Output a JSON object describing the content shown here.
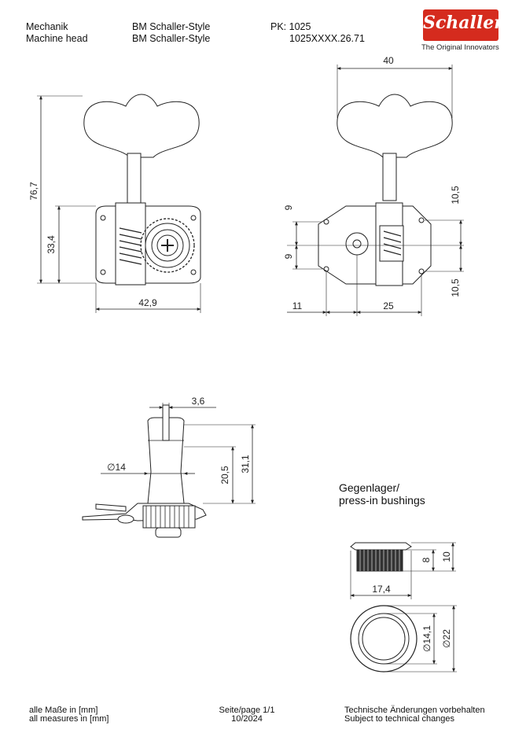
{
  "header": {
    "name_de": "Mechanik",
    "name_en": "Machine head",
    "model_de": "BM Schaller-Style",
    "model_en": "BM Schaller-Style",
    "pk": "PK: 1025",
    "part_no": "1025XXXX.26.71"
  },
  "logo": {
    "brand": "Schaller",
    "tagline": "The Original Innovators",
    "color": "#d52b1e"
  },
  "dimensions": {
    "front_total_height": "76,7",
    "front_plate_height": "33,4",
    "front_plate_width": "42,9",
    "side_width": "40",
    "side_spacing_top": "9",
    "side_spacing_bottom": "9",
    "side_right_top": "10,5",
    "side_right_bottom": "10,5",
    "side_offset_left": "11",
    "side_width_bottom": "25",
    "post_slot": "3,6",
    "post_diameter": "∅14",
    "post_height_inner": "20,5",
    "post_height_total": "31,1",
    "bushing_height_inner": "8",
    "bushing_height_total": "10",
    "bushing_width": "17,4",
    "bushing_inner_diameter": "∅14,1",
    "bushing_outer_diameter": "∅22"
  },
  "bushings": {
    "title_de": "Gegenlager/",
    "title_en": "press-in bushings"
  },
  "footer": {
    "units_de": "alle Maße in [mm]",
    "units_en": "all measures in [mm]",
    "page": "Seite/page 1/1",
    "date": "10/2024",
    "changes_de": "Technische Änderungen vorbehalten",
    "changes_en": "Subject to technical changes"
  }
}
